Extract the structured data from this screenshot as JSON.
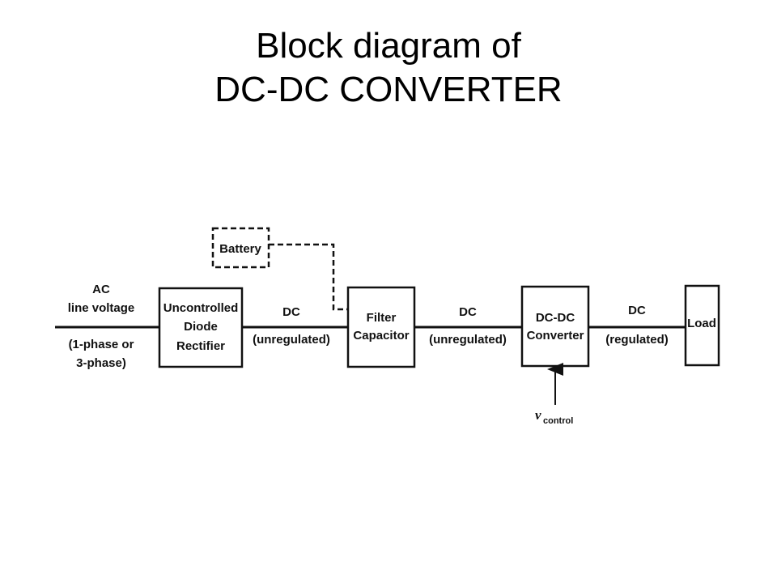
{
  "title": {
    "line1": "Block diagram of",
    "line2": "DC-DC CONVERTER"
  },
  "diagram": {
    "input_label": {
      "line1": "AC",
      "line2": "line voltage",
      "line3": "(1-phase or",
      "line4": "3-phase)"
    },
    "battery": "Battery",
    "rectifier": {
      "line1": "Uncontrolled",
      "line2": "Diode",
      "line3": "Rectifier"
    },
    "link1": {
      "top": "DC",
      "bottom": "(unregulated)"
    },
    "filter": {
      "line1": "Filter",
      "line2": "Capacitor"
    },
    "link2": {
      "top": "DC",
      "bottom": "(unregulated)"
    },
    "converter": {
      "line1": "DC-DC",
      "line2": "Converter"
    },
    "link3": {
      "top": "DC",
      "bottom": "(regulated)"
    },
    "load": "Load",
    "control": {
      "symbol": "v",
      "subscript": "control"
    },
    "colors": {
      "ink": "#111111",
      "background": "#ffffff"
    }
  }
}
